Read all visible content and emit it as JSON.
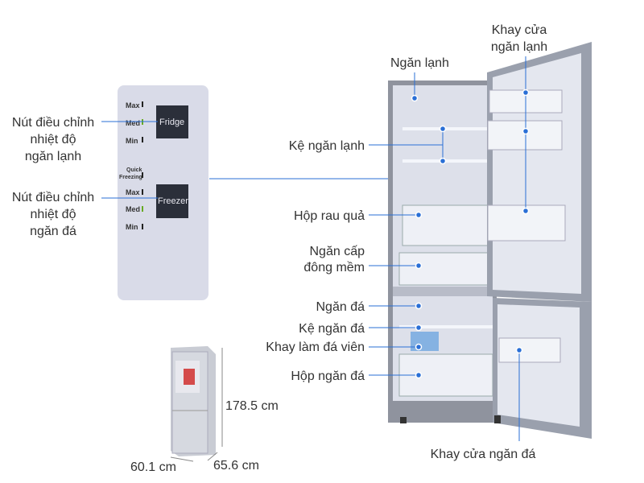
{
  "control_panel": {
    "fridge_levels": [
      "Max",
      "Med",
      "Min"
    ],
    "fridge_button": "Fridge",
    "quick_freezing": [
      "Quick",
      "Freezing"
    ],
    "freezer_levels": [
      "Max",
      "Med",
      "Min"
    ],
    "freezer_button": "Freezer"
  },
  "left_labels": {
    "fridge_knob": [
      "Nút điều chỉnh",
      "nhiệt độ",
      "ngăn lạnh"
    ],
    "freezer_knob": [
      "Nút điều chỉnh",
      "nhiệt độ",
      "ngăn đá"
    ]
  },
  "parts": {
    "fridge_compartment": "Ngăn lạnh",
    "fridge_shelf": "Kệ ngăn lạnh",
    "vegetable_box": "Hộp rau quả",
    "soft_freeze": [
      "Ngăn cấp",
      "đông mềm"
    ],
    "freezer_compartment": "Ngăn đá",
    "freezer_shelf": "Kệ ngăn đá",
    "ice_tray": "Khay làm đá viên",
    "freezer_box": "Hộp ngăn đá",
    "fridge_door_tray": [
      "Khay cửa",
      "ngăn lạnh"
    ],
    "freezer_door_tray": "Khay cửa ngăn đá"
  },
  "dimensions": {
    "height": "178.5 cm",
    "width": "60.1 cm",
    "depth": "65.6 cm"
  },
  "colors": {
    "accent": "#2a6fd6",
    "panel": "#d9dbe8",
    "button": "#2b2f3a"
  }
}
